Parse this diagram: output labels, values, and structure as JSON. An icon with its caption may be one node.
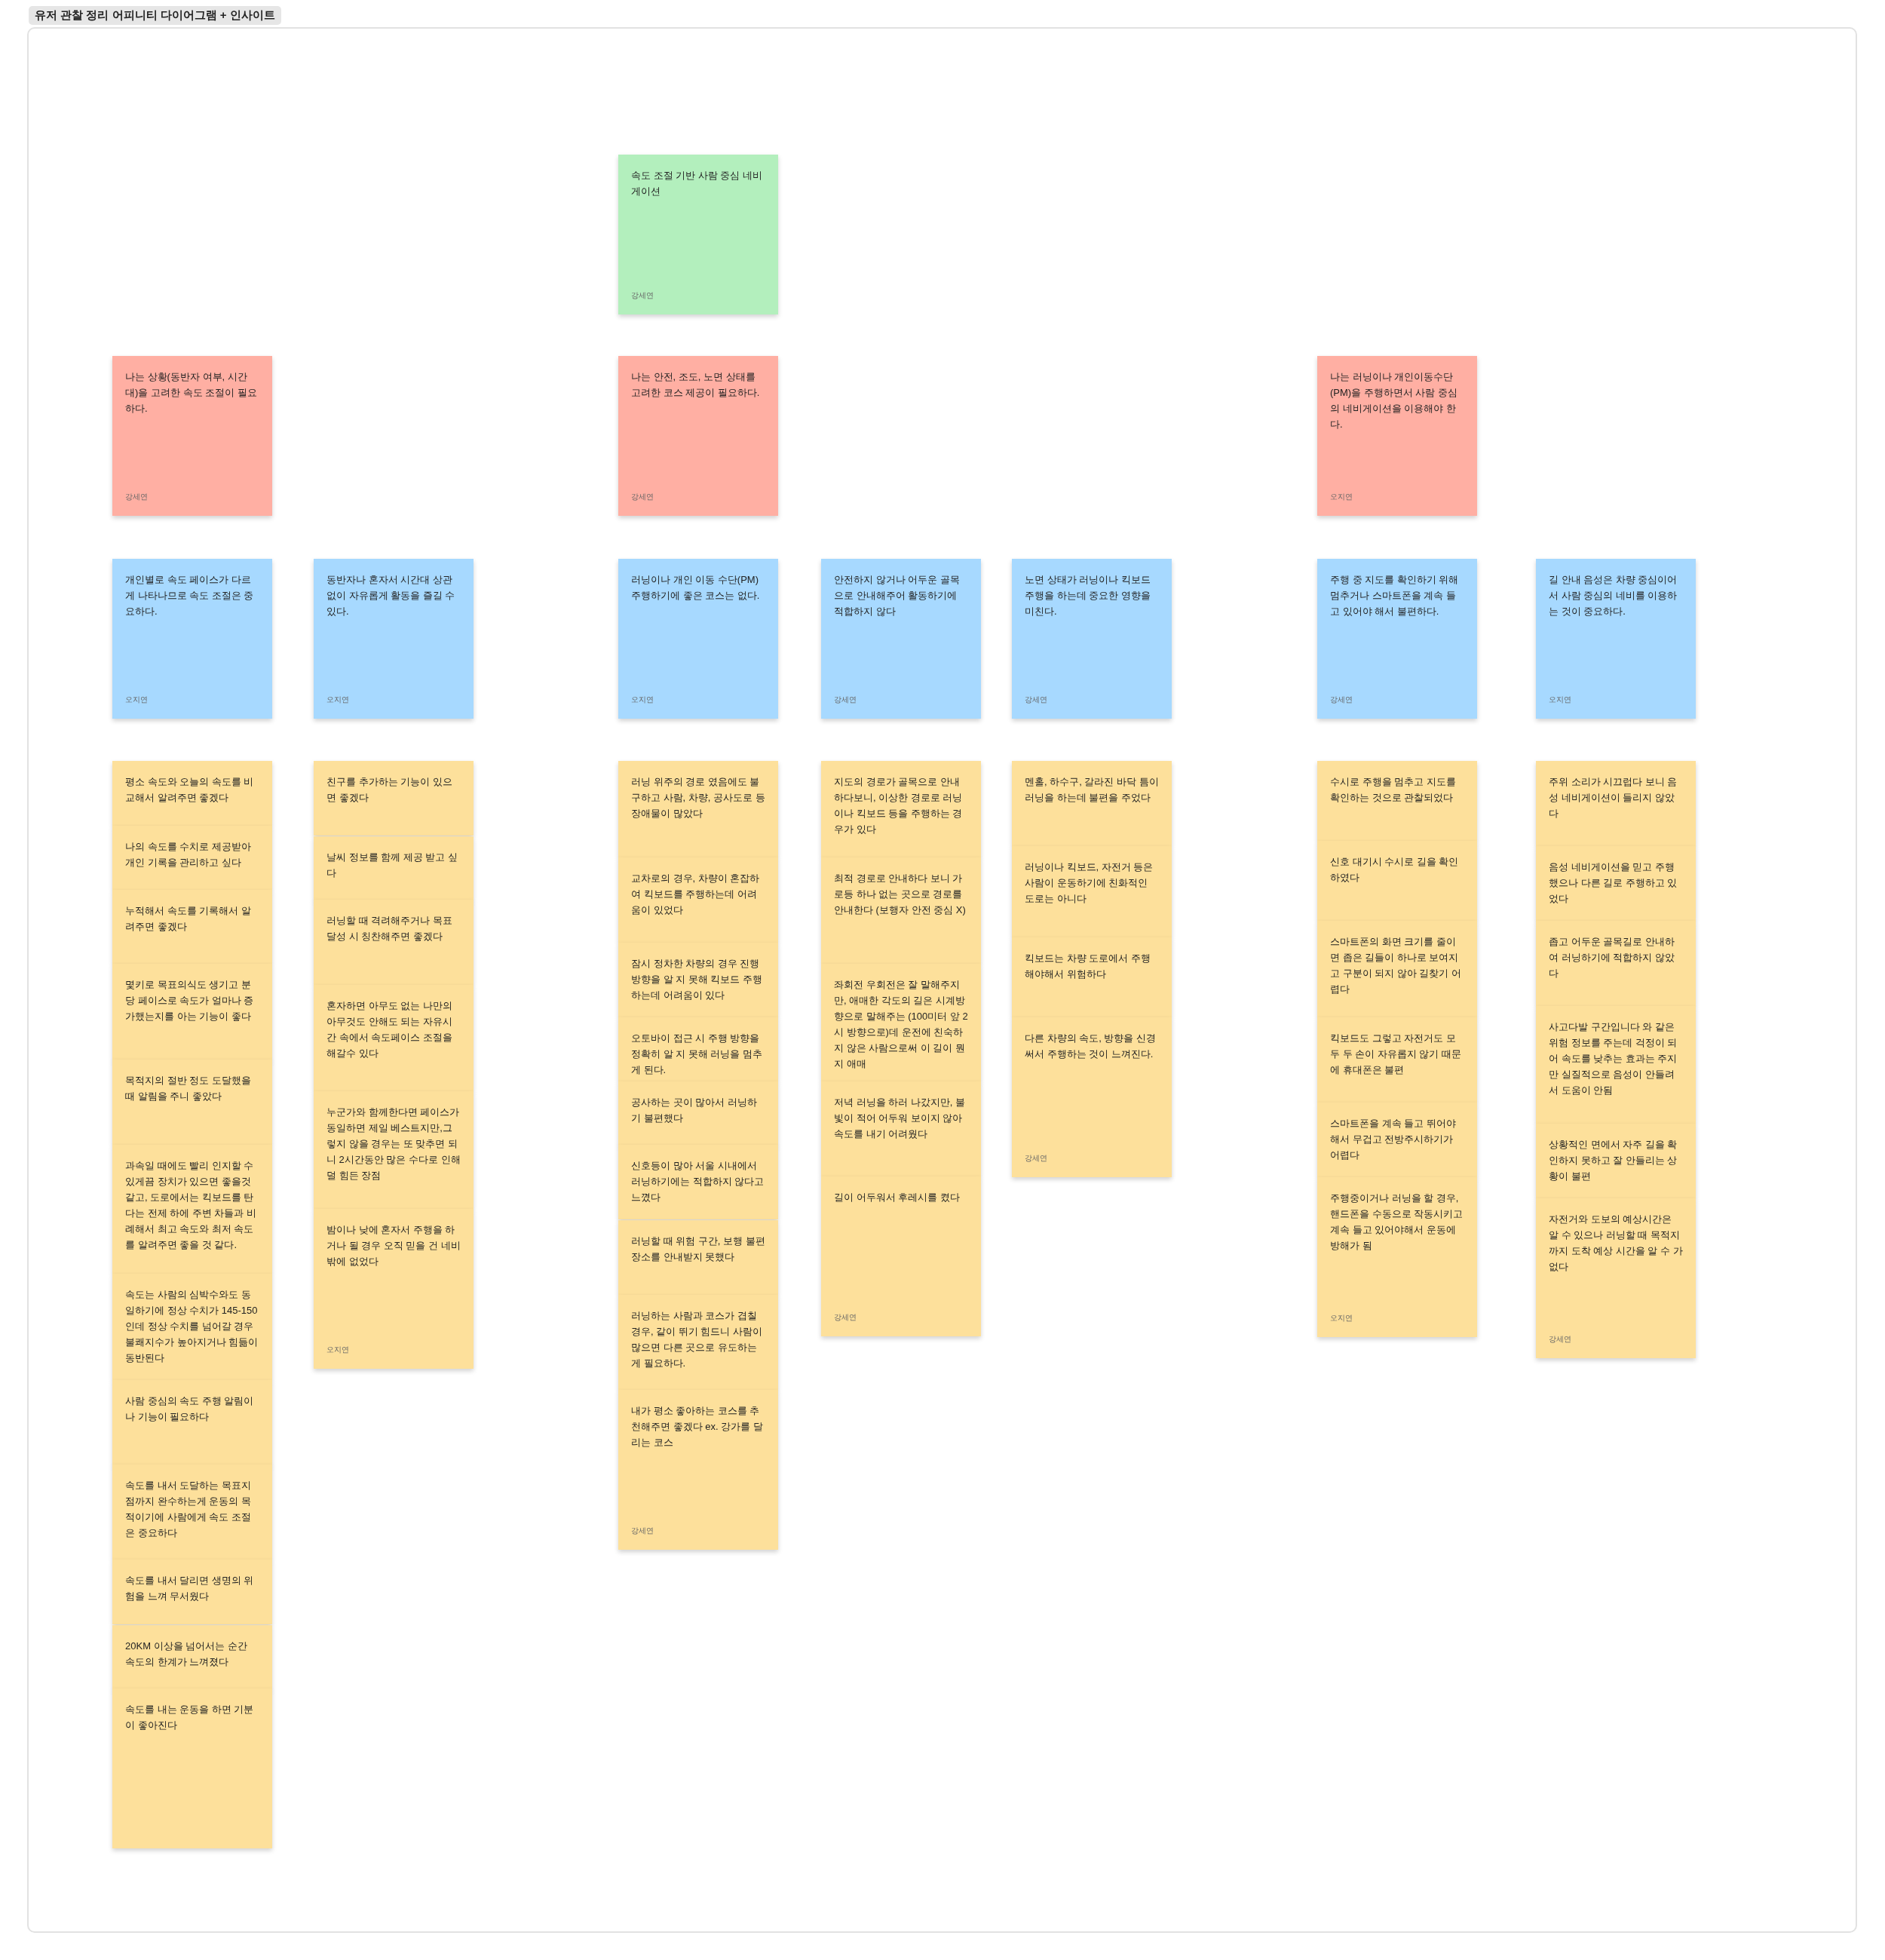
{
  "diagram": {
    "nodes": [
      {
        "text": [
          "유저 관찰 정리 어피니티 다이어그램 + 인사이트"
        ]
      },
      {
        "text": [
          "속도 조절 기반 사람 중심 네비게이션",
          "강세연"
        ],
        "in": 0
      },
      {
        "text": [
          "나는 상황(동반자 여부, 시간대)을 고려한 속도 조절이 필요하다.",
          "강세연"
        ],
        "in": 0
      },
      {
        "text": [
          "나는 안전, 조도, 노면 상태를 고려한 코스 제공이 필요하다.",
          "강세연"
        ],
        "in": 0
      },
      {
        "text": [
          "나는 러닝이나 개인이동수단(PM)을 주행하면서 사람 중심의 네비게이션을 이용해야 한다.",
          "오지연"
        ],
        "in": 0
      },
      {
        "text": [
          "개인별로 속도 페이스가 다르게 나타나므로 속도 조절은 중요하다.",
          "오지연"
        ],
        "in": 0
      },
      {
        "text": [
          "동반자나 혼자서 시간대 상관없이 자유롭게 활동을 즐길 수 있다.",
          "오지연"
        ],
        "in": 0
      },
      {
        "text": [
          "러닝이나 개인 이동 수단(PM) 주행하기에 좋은 코스는 없다.",
          "오지연"
        ],
        "in": 0
      },
      {
        "text": [
          "안전하지 않거나 어두운 골목으로 안내해주어 활동하기에 적합하지 않다",
          "강세연"
        ],
        "in": 0
      },
      {
        "text": [
          "노면 상태가 러닝이나 킥보드 주행을 하는데 중요한 영향을 미친다.",
          "강세연"
        ],
        "in": 0
      },
      {
        "text": [
          "주행 중 지도를 확인하기 위해 멈추거나 스마트폰을 계속 들고 있어야 해서 불편하다.",
          "강세연"
        ],
        "in": 0
      },
      {
        "text": [
          "길 안내 음성은 차량 중심이어서 사람 중심의 네비를 이용하는 것이 중요하다.",
          "오지연"
        ],
        "in": 0
      },
      {
        "text": [
          "평소 속도와 오늘의 속도를 비교해서 알려주면 좋겠다"
        ],
        "in": 0
      },
      {
        "text": [
          "나의 속도를 수치로 제공받아 개인 기록을 관리하고 싶다"
        ],
        "in": 0
      },
      {
        "text": [
          "누적해서 속도를 기록해서 알려주면 좋겠다"
        ],
        "in": 0
      },
      {
        "text": [
          "몇키로 목표의식도 생기고 분당 페이스로 속도가 얼마나 증가했는지를 아는 기능이 좋다"
        ],
        "in": 0
      },
      {
        "text": [
          "목적지의 절반 정도 도달했을 때 알림을 주니 좋았다"
        ],
        "in": 0
      },
      {
        "text": [
          "과속일 때에도 빨리 인지할 수 있게끔 장치가 있으면 좋을것 같고, 도로에서는 킥보드를 탄다는 전제 하에 주변 차들과 비례해서 최고 속도와 최저 속도를 알려주면 좋을 것 같다."
        ],
        "in": 0
      },
      {
        "text": [
          "속도는 사람의 심박수와도 동일하기에 정상 수치가 145-150인데 정상 수치를 넘어갈 경우 불쾌지수가 높아지거나 힘듦이 동반된다"
        ],
        "in": 0
      },
      {
        "text": [
          "사람 중심의 속도 주행 알림이나 기능이 필요하다"
        ],
        "in": 0
      },
      {
        "text": [
          "속도를 내서 도달하는 목표지점까지 완수하는게 운동의 목적이기에 사람에게 속도 조절은 중요하다"
        ],
        "in": 0
      },
      {
        "text": [
          "속도를 내서 달리면 생명의 위험을 느껴 무서웠다"
        ],
        "in": 0
      },
      {
        "text": [
          "20KM 이상을 넘어서는 순간 속도의 한계가 느껴졌다"
        ],
        "in": 0
      },
      {
        "text": [
          "속도를 내는 운동을 하면 기분이 좋아진다"
        ],
        "in": 0
      },
      {
        "text": [
          "친구를 추가하는 기능이 있으면 좋겠다"
        ],
        "in": 0
      },
      {
        "text": [
          "날씨 정보를 함께 제공 받고 싶다"
        ],
        "in": 0
      },
      {
        "text": [
          "러닝할 때 격려해주거나 목표 달성 시 칭찬해주면 좋겠다"
        ],
        "in": 0
      },
      {
        "text": [
          "혼자하면 아무도 없는 나만의 아무것도 안해도 되는 자유시간 속에서 속도페이스 조절을 해갈수 있다"
        ],
        "in": 0
      },
      {
        "text": [
          "누군가와 함께한다면 페이스가 동일하면 제일 베스트지만,그렇지 않을 경우는 또 맞추면 되니 2시간동안 많은 수다로 인해 덜 힘든 장점"
        ],
        "in": 0
      },
      {
        "text": [
          "밤이나 낮에 혼자서 주행을 하거나 될 경우 오직 믿을 건 네비밖에 없었다",
          "오지연"
        ],
        "in": 0
      },
      {
        "text": [
          "러닝 위주의 경로 였음에도 불구하고 사람, 차량, 공사도로 등 장애물이 많았다"
        ],
        "in": 0
      },
      {
        "text": [
          "교차로의 경우, 차량이 혼잡하여 킥보드를 주행하는데 어려움이 있었다"
        ],
        "in": 0
      },
      {
        "text": [
          "잠시 정차한 차량의 경우 진행 방향을 알 지 못해 킥보드 주행 하는데 어려움이 있다"
        ],
        "in": 0
      },
      {
        "text": [
          "오토바이 접근 시 주행 방향을 정확히 알 지 못해 러닝을 멈추게 된다."
        ],
        "in": 0
      },
      {
        "text": [
          "공사하는 곳이 많아서 러닝하기 불편했다"
        ],
        "in": 0
      },
      {
        "text": [
          "신호등이 많아 서울 시내에서 러닝하기에는 적합하지 않다고 느꼈다"
        ],
        "in": 0
      },
      {
        "text": [
          "러닝할 때 위험 구간, 보행 불편 장소를 안내받지 못했다"
        ],
        "in": 0
      },
      {
        "text": [
          "러닝하는 사람과 코스가 겹칠 경우, 같이 뛰기 힘드니 사람이 많으면 다른 곳으로 유도하는 게 필요하다."
        ],
        "in": 0
      },
      {
        "text": [
          "내가 평소 좋아하는 코스를 추천해주면 좋겠다 ex. 강가를 달리는 코스",
          "강세연"
        ],
        "in": 0
      },
      {
        "text": [
          "지도의 경로가 골목으로 안내하다보니, 이상한 경로로 러닝이나 킥보드 등을 주행하는 경우가 있다"
        ],
        "in": 0
      },
      {
        "text": [
          "최적 경로로 안내하다 보니 가로등 하나 없는 곳으로 경로를 안내한다 (보행자 안전 중심 X)"
        ],
        "in": 0
      },
      {
        "text": [
          "좌회전 우회전은 잘 말해주지만, 애매한 각도의 길은 시계방향으로 말해주는 (100미터 앞 2시 방향으로)데 운전에 친숙하지 않은 사람으로써 이 길이 뭔지 애매"
        ],
        "in": 0
      },
      {
        "text": [
          "저녁 러닝을 하러 나갔지만, 불빛이 적어 어두워 보이지 않아 속도를 내기 어려웠다"
        ],
        "in": 0
      },
      {
        "text": [
          "길이 어두워서 후레시를 켰다",
          "강세연"
        ],
        "in": 0
      },
      {
        "text": [
          "멘홀, 하수구, 갈라진 바닥 틈이 러닝을 하는데 불편을 주었다"
        ],
        "in": 0
      },
      {
        "text": [
          "러닝이나 킥보드, 자전거 등은 사람이 운동하기에 친화적인 도로는 아니다"
        ],
        "in": 0
      },
      {
        "text": [
          "킥보드는 차량 도로에서 주행해야해서 위험하다"
        ],
        "in": 0
      },
      {
        "text": [
          "다른 차량의 속도, 방향을 신경써서 주행하는 것이 느껴진다.",
          "강세연"
        ],
        "in": 0
      },
      {
        "text": [
          "수시로 주행을 멈추고 지도를 확인하는 것으로 관찰되었다"
        ],
        "in": 0
      },
      {
        "text": [
          "신호 대기시 수시로 길을 확인하였다"
        ],
        "in": 0
      },
      {
        "text": [
          "스마트폰의 화면 크기를 줄이면 좁은 길들이 하나로 보여지고 구분이 되지 않아 길찾기 어렵다"
        ],
        "in": 0
      },
      {
        "text": [
          "킥보드도 그렇고 자전거도 모두 두 손이 자유롭지 않기 때문에 휴대폰은 불편"
        ],
        "in": 0
      },
      {
        "text": [
          "스마트폰을 계속 들고 뛰어야해서 무겁고 전방주시하기가 어렵다"
        ],
        "in": 0
      },
      {
        "text": [
          "주행중이거나 러닝을 할 경우, 핸드폰을 수동으로 작동시키고 계속 들고 있어야해서 운동에 방해가 됨",
          "오지연"
        ],
        "in": 0
      },
      {
        "text": [
          "주위 소리가 시끄럽다 보니 음성 네비게이션이 들리지 않았다"
        ],
        "in": 0
      },
      {
        "text": [
          "음성 네비게이션을 믿고 주행했으나 다른 길로 주행하고 있었다"
        ],
        "in": 0
      },
      {
        "text": [
          "좁고 어두운 골목길로 안내하여 러닝하기에 적합하지 않았다"
        ],
        "in": 0
      },
      {
        "text": [
          "사고다발 구간입니다 와 같은 위험 정보를 주는데 걱정이 되어 속도를 낮추는 효과는 주지만 실질적으로 음성이 안들려서 도움이 안됨"
        ],
        "in": 0
      },
      {
        "text": [
          "상황적인 면에서 자주 길을 확인하지 못하고 잘 안들리는 상황이 불편"
        ],
        "in": 0
      },
      {
        "text": [
          "자전거와 도보의 예상시간은 알 수 있으나 러닝할 때 목적지까지 도착 예상 시간을 알 수 가 없다",
          "강세연"
        ],
        "in": 0
      }
    ]
  }
}
